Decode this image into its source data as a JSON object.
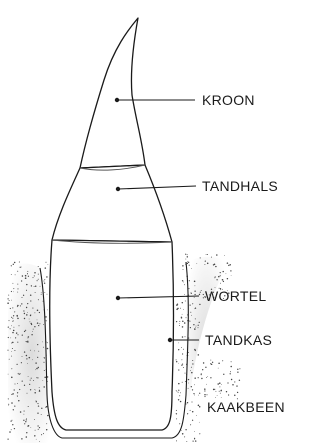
{
  "labels": {
    "kroon": "KROON",
    "tandhals": "TANDHALS",
    "wortel": "WORTEL",
    "tandkas": "TANDKAS",
    "kaakbeen": "KAAKBEEN"
  }
}
